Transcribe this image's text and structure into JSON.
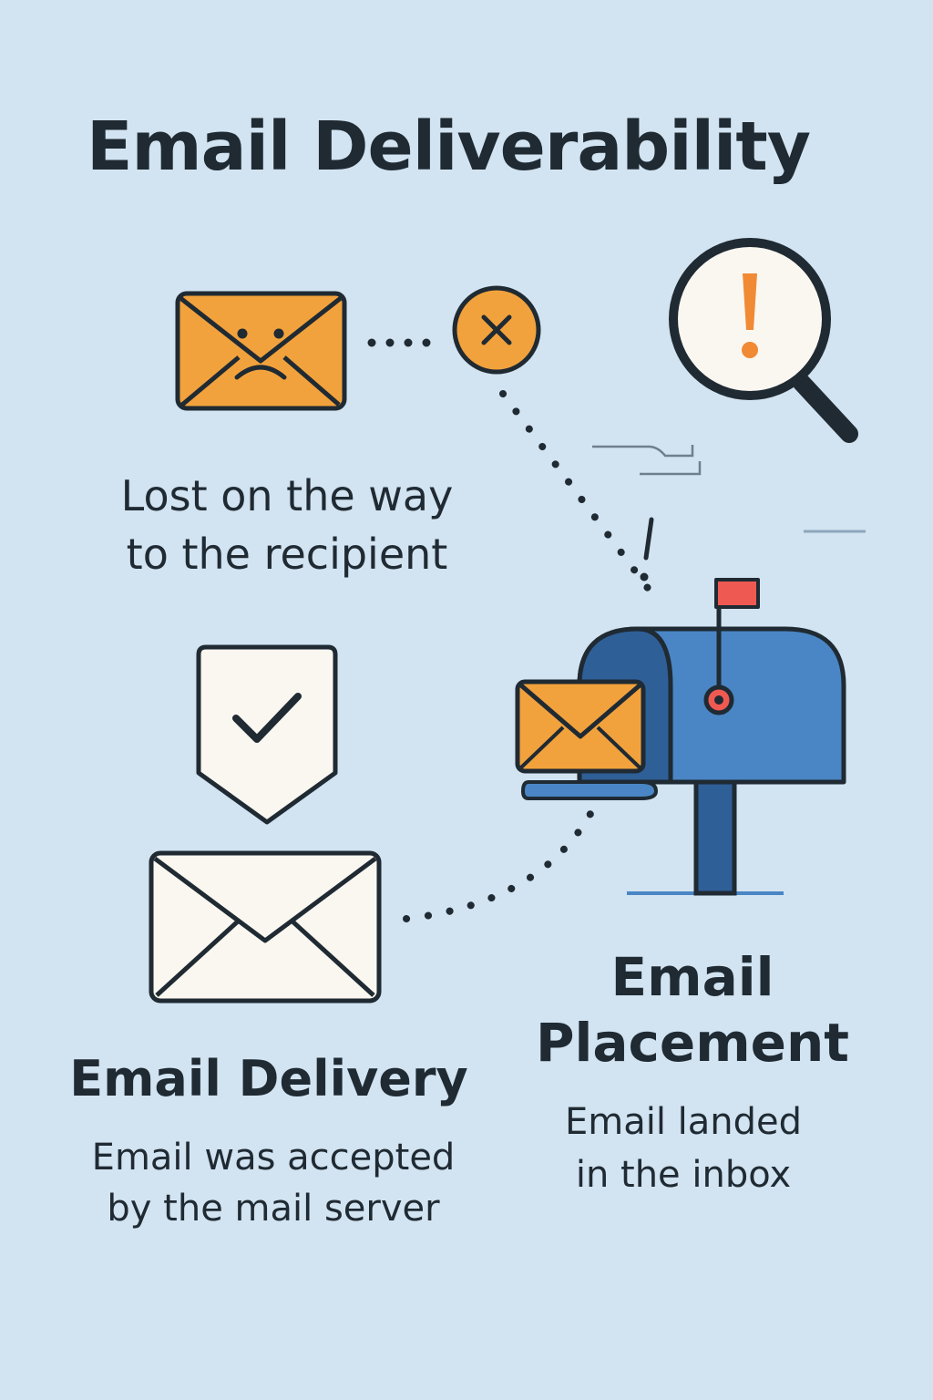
{
  "title": "Email Deliverability",
  "lost": {
    "caption_line1": "Lost on the way",
    "caption_line2": "to the recipient"
  },
  "delivery": {
    "title": "Email Delivery",
    "desc_line1": "Email was accepted",
    "desc_line2": "by the mail server"
  },
  "placement": {
    "title_line1": "Email",
    "title_line2": "Placement",
    "desc_line1": "Email landed",
    "desc_line2": "in the inbox"
  },
  "colors": {
    "background": "#d2e3f1",
    "orange": "#f2a23c",
    "outline": "#1f2a33",
    "mailbox_blue": "#4a86c5",
    "mailbox_dark": "#2f5f97",
    "flag_red": "#ee5a52",
    "exclamation": "#f08a35",
    "paper": "#faf7f0"
  },
  "icons": [
    "sad-envelope-icon",
    "x-circle-icon",
    "magnifier-warning-icon",
    "shield-check-icon",
    "envelope-icon",
    "mailbox-icon"
  ]
}
